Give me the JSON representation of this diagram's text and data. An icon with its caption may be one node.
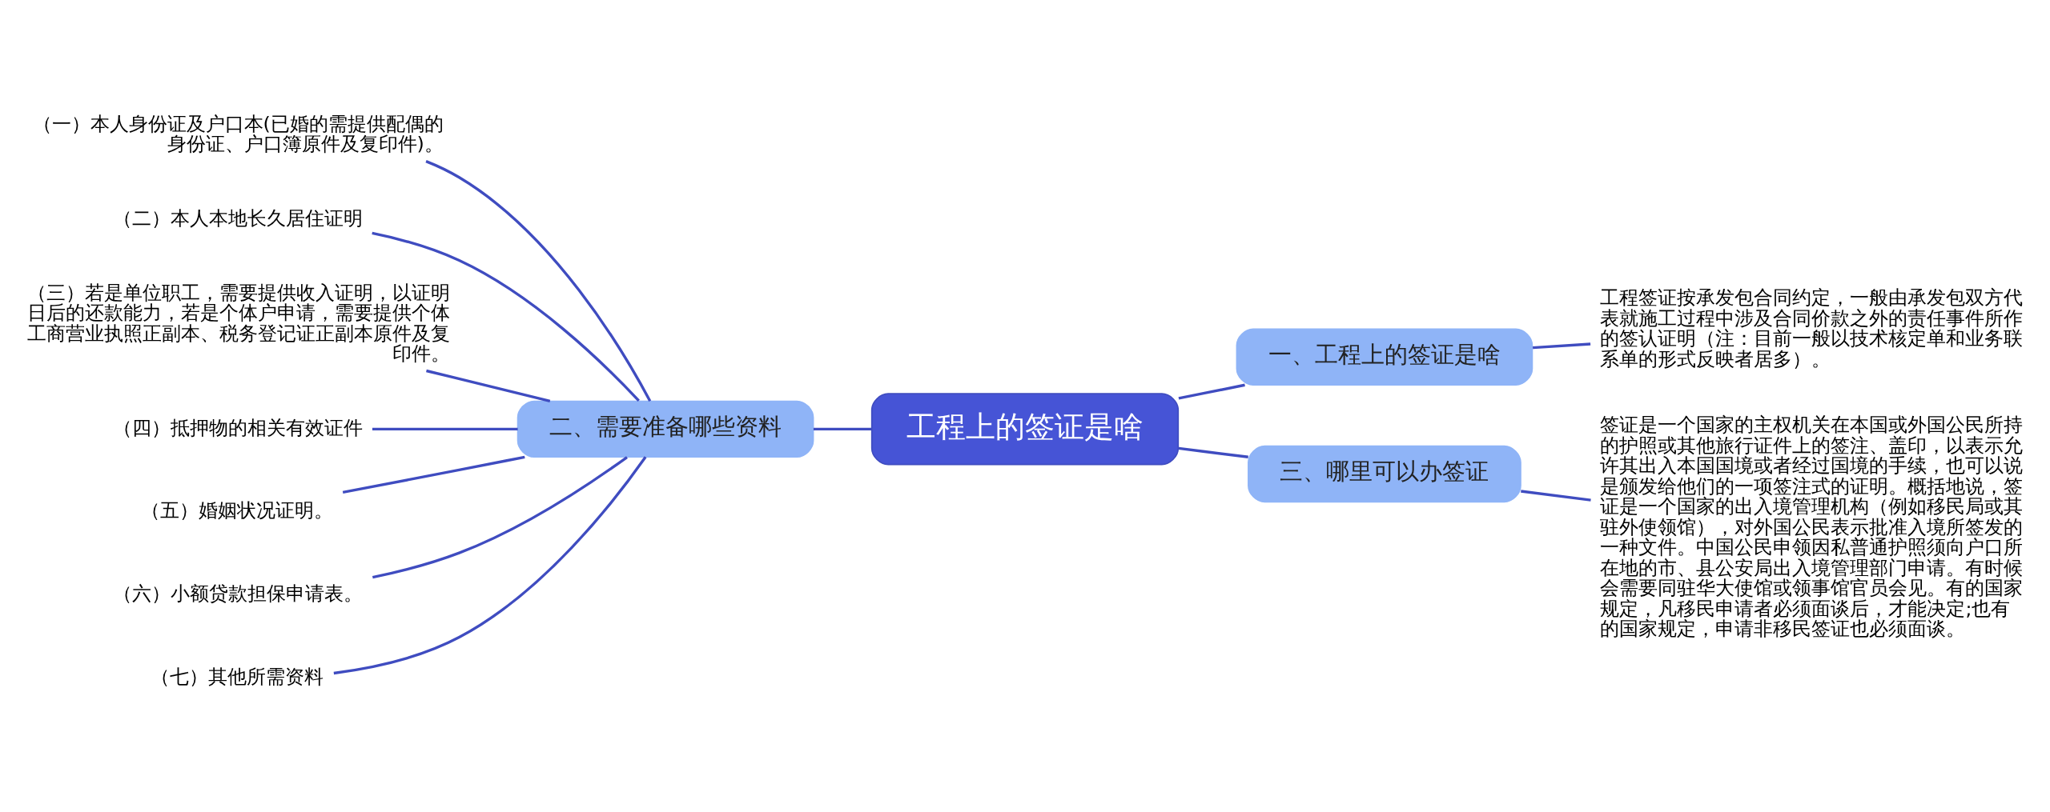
{
  "diagram": {
    "nodes": [
      {
        "text": [
          "工程上的签证是啥"
        ]
      },
      {
        "text": [
          "一、工程上的签证是啥"
        ]
      },
      {
        "text": [
          "工程签证按承发包合同约定，一般由承发包双方代表就施工过程中涉及合同价款之外的责任事件所作的签认证明（注：目前一般以技术核定单和业务联系单的形式反映者居多）。"
        ]
      },
      {
        "text": [
          "二、需要准备哪些资料"
        ]
      },
      {
        "text": [
          "（一）本人身份证及户口本(已婚的需提供配偶的身份证、户口簿原件及复印件)。"
        ]
      },
      {
        "text": [
          "（二）本人本地长久居住证明"
        ]
      },
      {
        "text": [
          "（三）若是单位职工，需要提供收入证明，以证明日后的还款能力，若是个体户申请，需要提供个体工商营业执照正副本、税务登记证正副本原件及复印件。"
        ]
      },
      {
        "text": [
          "（四）抵押物的相关有效证件"
        ]
      },
      {
        "text": [
          "（五）婚姻状况证明。"
        ]
      },
      {
        "text": [
          "（六）小额贷款担保申请表。"
        ]
      },
      {
        "text": [
          "（七）其他所需资料"
        ]
      },
      {
        "text": [
          "三、哪里可以办签证"
        ]
      },
      {
        "text": [
          "签证是一个国家的主权机关在本国或外国公民所持的护照或其他旅行证件上的签注、盖印，以表示允许其出入本国国境或者经过国境的手续，也可以说是颁发给他们的一项签注式的证明。概括地说，签证是一个国家的出入境管理机构（例如移民局或其驻外使领馆），对外国公民表示批准入境所签发的一种文件。中国公民申领因私普通护照须向户口所在地的市、县公安局出入境管理部门申请。有时候会需要同驻华大使馆或领事馆官员会见。有的国家规定，凡移民申请者必须面谈后，才能决定;也有的国家规定，申请非移民签证也必须面谈。"
        ]
      }
    ],
    "edges": [
      {
        "from": 0,
        "to": 1,
        "arrow": "none"
      },
      {
        "from": 1,
        "to": 2,
        "arrow": "none"
      },
      {
        "from": 0,
        "to": 3,
        "arrow": "none"
      },
      {
        "from": 3,
        "to": 4,
        "arrow": "none"
      },
      {
        "from": 3,
        "to": 5,
        "arrow": "none"
      },
      {
        "from": 3,
        "to": 6,
        "arrow": "none"
      },
      {
        "from": 3,
        "to": 7,
        "arrow": "none"
      },
      {
        "from": 3,
        "to": 8,
        "arrow": "none"
      },
      {
        "from": 3,
        "to": 9,
        "arrow": "none"
      },
      {
        "from": 3,
        "to": 10,
        "arrow": "none"
      },
      {
        "from": 0,
        "to": 11,
        "arrow": "none"
      },
      {
        "from": 11,
        "to": 12,
        "arrow": "none"
      }
    ]
  }
}
